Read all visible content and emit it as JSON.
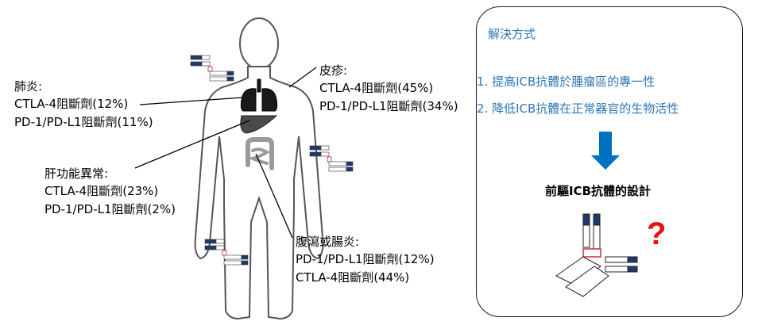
{
  "lung": {
    "title": "肺炎:",
    "lines": [
      "CTLA-4阻斷劑(12%)",
      "PD-1/PD-L1阻斷劑(11%)"
    ]
  },
  "skin": {
    "title": "皮疹:",
    "lines": [
      "CTLA-4阻斷劑(45%)",
      "PD-1/PD-L1阻斷劑(34%)"
    ]
  },
  "liver": {
    "title": "肝功能異常:",
    "lines": [
      "CTLA-4阻斷劑(23%)",
      "PD-1/PD-L1阻斷劑(2%)"
    ]
  },
  "colitis": {
    "title": "腹瀉或腸炎:",
    "lines": [
      "PD-1/PD-L1阻斷劑(12%)",
      "CTLA-4阻斷劑(44%)"
    ]
  },
  "solution": {
    "title": "解決方式",
    "items": [
      "1. 提高ICB抗體於腫瘤區的專一性",
      "2. 降低ICB抗體在正常器官的生物活性"
    ],
    "result": "前驅ICB抗體的設計",
    "question_mark": "?"
  },
  "colors": {
    "accent_blue": "#2e75b6",
    "arrow_blue": "#0070c0",
    "antibody_navy": "#1f3a68",
    "question_red": "#e81010"
  }
}
